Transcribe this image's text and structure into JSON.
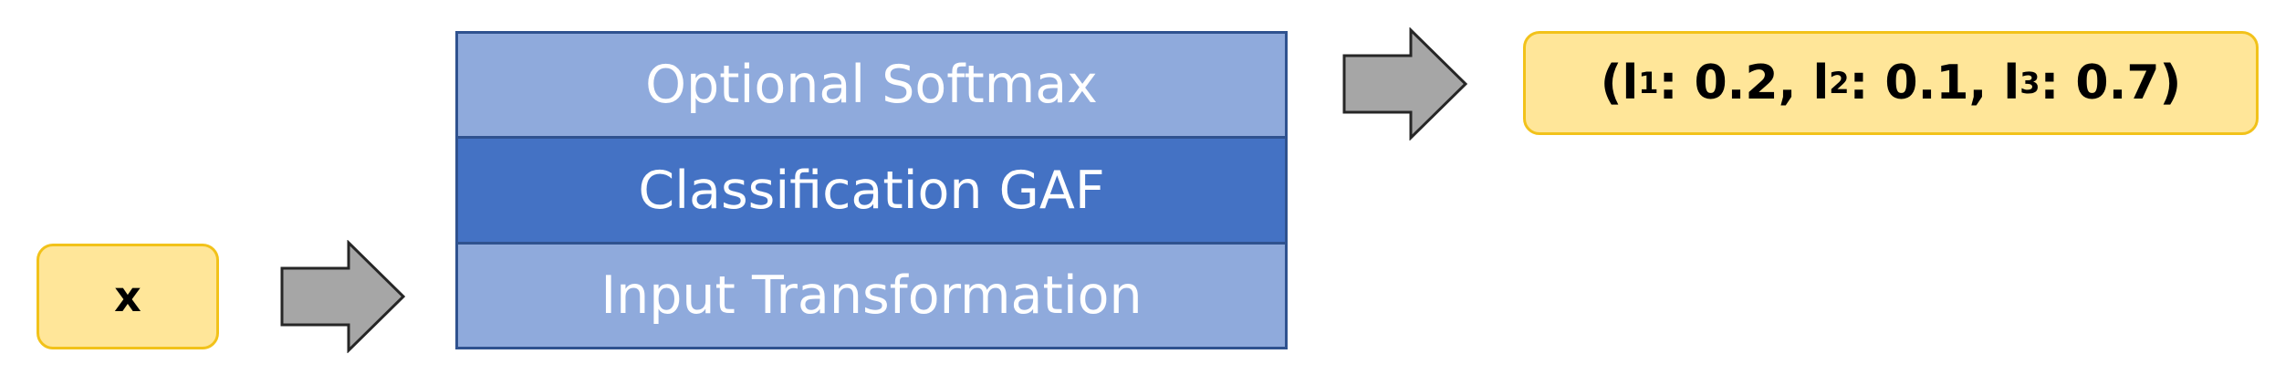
{
  "input": {
    "label": "x"
  },
  "layers": {
    "top": "Optional Softmax",
    "middle": "Classification GAF",
    "bottom": "Input Transformation"
  },
  "output": {
    "open": "(",
    "l1_base": "l",
    "l1_sub": "1",
    "l1_rest": ": 0.2, ",
    "l2_base": "l",
    "l2_sub": "2",
    "l2_rest": ": 0.1, ",
    "l3_base": "l",
    "l3_sub": "3",
    "l3_rest": ": 0.7)"
  },
  "colors": {
    "pill_fill": "#FFE699",
    "pill_border": "#F2C21A",
    "layer_light": "#8FAADC",
    "layer_dark": "#4472C4",
    "layer_border": "#2F528F",
    "arrow_fill": "#A6A6A6",
    "arrow_stroke": "#262626"
  },
  "icons": {
    "arrow": "block-right-arrow-icon"
  }
}
